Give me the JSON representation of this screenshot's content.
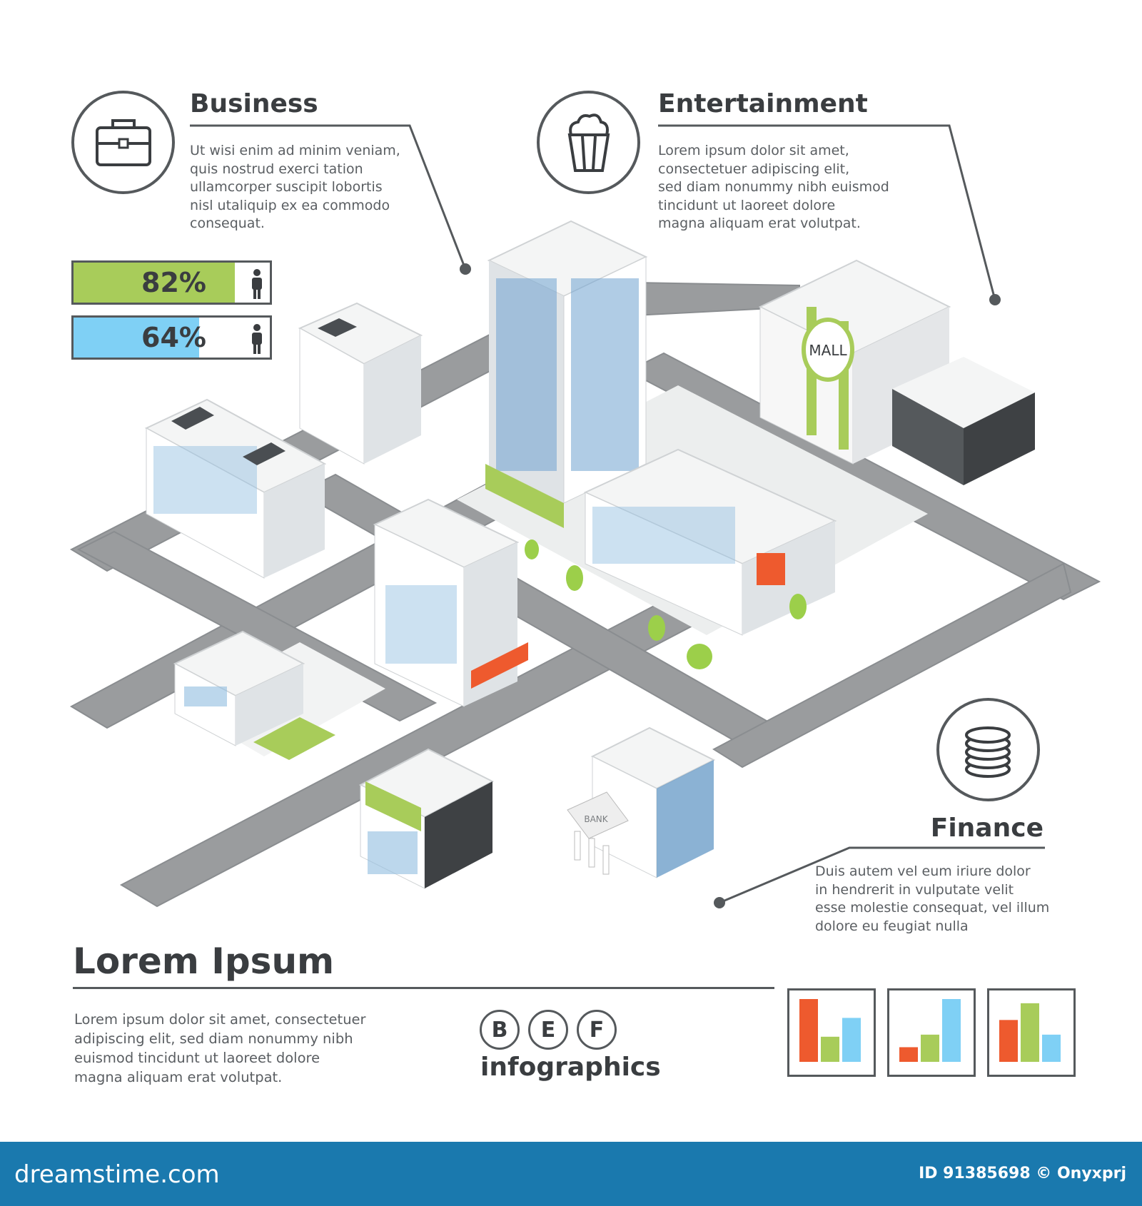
{
  "colors": {
    "dark": "#3a3d40",
    "green": "#a8cc5a",
    "blue": "#7fd0f5",
    "orange": "#ee5a2e",
    "footer": "#1a79ae"
  },
  "business": {
    "title": "Business",
    "icon": "briefcase-icon",
    "text": "Ut wisi enim ad minim veniam,\nquis nostrud exerci tation\nullamcorper suscipit lobortis\nnisl utaliquip ex ea commodo\nconsequat."
  },
  "entertainment": {
    "title": "Entertainment",
    "icon": "popcorn-icon",
    "text": "Lorem ipsum dolor sit amet,\nconsectetuer adipiscing elit,\nsed diam nonummy nibh euismod\ntincidunt ut laoreet dolore\nmagna aliquam erat volutpat."
  },
  "finance": {
    "title": "Finance",
    "icon": "coins-icon",
    "text": "Duis autem vel eum iriure dolor\nin hendrerit in vulputate velit\nesse molestie consequat, vel illum\ndolore eu feugiat nulla"
  },
  "progress": [
    {
      "label": "82%",
      "value": 82,
      "color": "#a8cc5a",
      "icon": "person-icon"
    },
    {
      "label": "64%",
      "value": 64,
      "color": "#7fd0f5",
      "icon": "person-icon"
    }
  ],
  "city": {
    "mall_sign": "MALL",
    "bank_sign": "BANK"
  },
  "bottom": {
    "title": "Lorem Ipsum",
    "text": "Lorem ipsum dolor sit amet, consectetuer\nadipiscing elit, sed diam nonummy nibh\neuismod tincidunt ut laoreet dolore\nmagna aliquam erat volutpat.",
    "letters": [
      "B",
      "E",
      "F"
    ],
    "caption": "infographics"
  },
  "mini_charts": [
    {
      "values": [
        3,
        1.2,
        2.1
      ],
      "colors": [
        "#ee5a2e",
        "#a8cc5a",
        "#7fd0f5"
      ]
    },
    {
      "values": [
        0.7,
        1.3,
        3
      ],
      "colors": [
        "#ee5a2e",
        "#a8cc5a",
        "#7fd0f5"
      ]
    },
    {
      "values": [
        2,
        2.8,
        1.3
      ],
      "colors": [
        "#ee5a2e",
        "#a8cc5a",
        "#7fd0f5"
      ]
    }
  ],
  "footer": {
    "brand": "dreamstime.com",
    "id": "ID 91385698 © Onyxprj"
  }
}
